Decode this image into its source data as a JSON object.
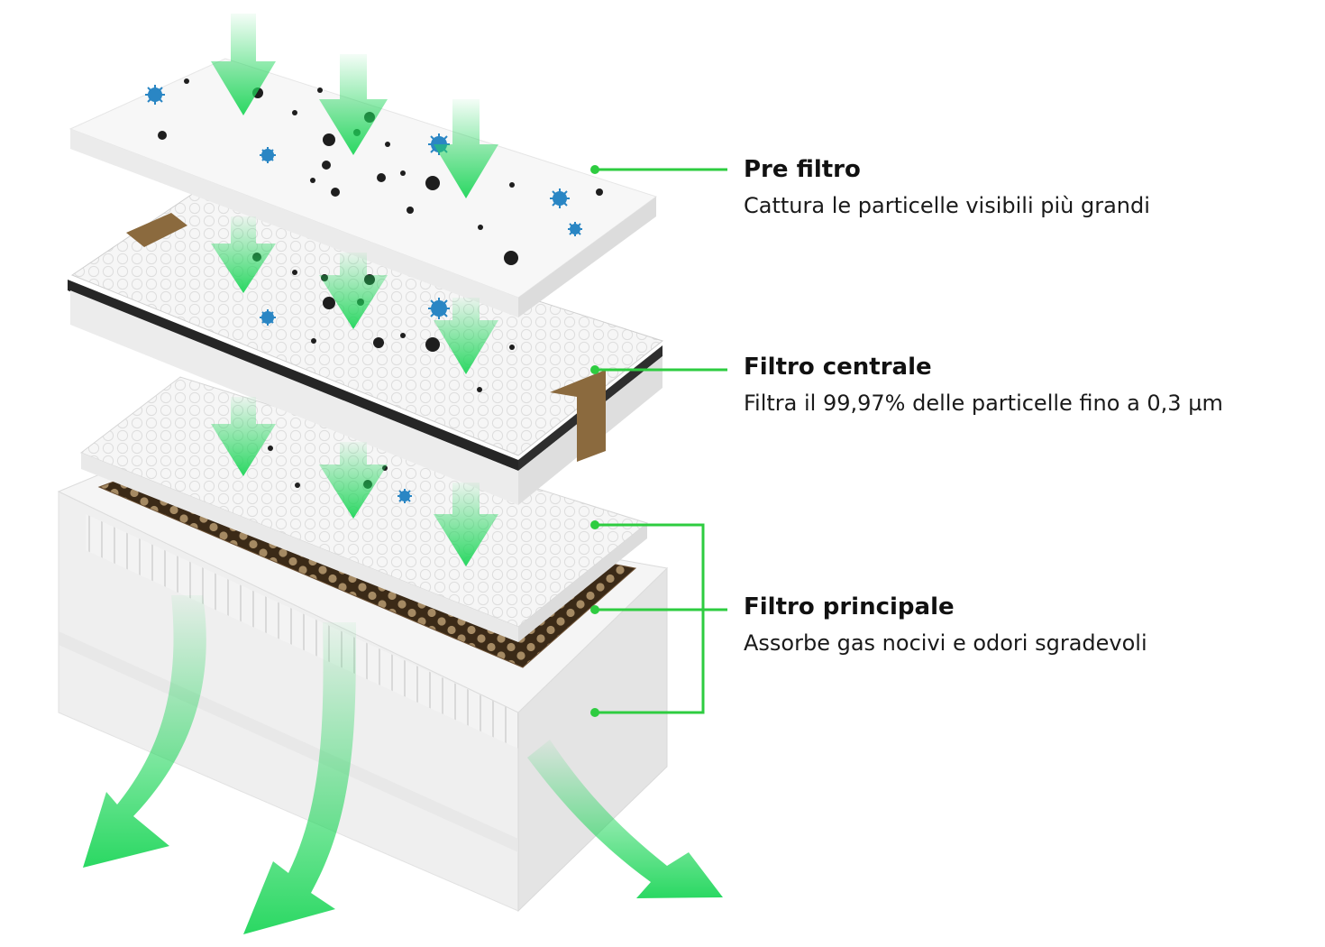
{
  "colors": {
    "accent": "#2ecc40",
    "arrow": "#1fd65a",
    "particle": "#1e1e1e",
    "virus": "#2a86c4",
    "tape": "#8b6a3e",
    "honeycomb": "#5a3f24",
    "filter_white": "#f4f4f4",
    "frame_black": "#222222"
  },
  "icons": [
    "down-arrow-icon",
    "particle-icon",
    "virus-icon",
    "outflow-arrow-icon"
  ],
  "layers": [
    {
      "id": "pre",
      "title": "Pre filtro",
      "description": "Cattura le particelle visibili più grandi"
    },
    {
      "id": "center",
      "title": "Filtro centrale",
      "description": "Filtra il 99,97% delle particelle fino a 0,3 µm"
    },
    {
      "id": "main",
      "title": "Filtro principale",
      "description": "Assorbe gas nocivi e odori sgradevoli"
    }
  ]
}
